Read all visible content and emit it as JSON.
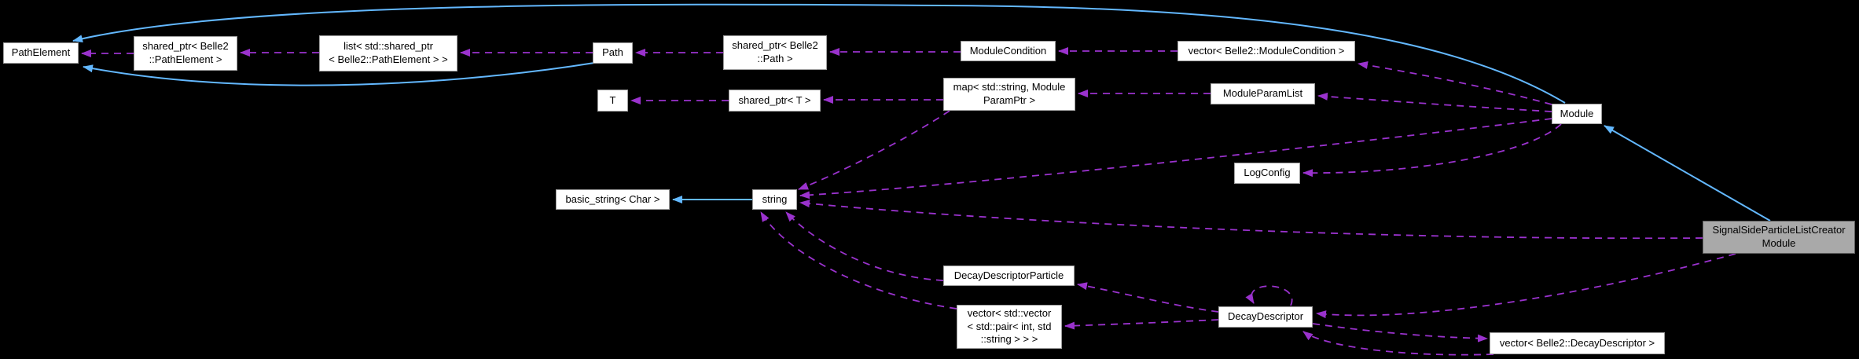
{
  "diagram": {
    "background_color": "#000000",
    "node_fill": "#ffffff",
    "node_border": "#9e9e9e",
    "highlight_node_fill": "#a9a9a9",
    "inheritance_arrow_color": "#63b8ff",
    "usage_arrow_color": "#9a32cd"
  },
  "nodes": [
    {
      "id": "path-element",
      "label": "PathElement"
    },
    {
      "id": "shared-ptr-pathelement",
      "label": "shared_ptr< Belle2\n::PathElement >"
    },
    {
      "id": "list-shared-ptr-pathelement",
      "label": "list< std::shared_ptr\n< Belle2::PathElement > >"
    },
    {
      "id": "path",
      "label": "Path"
    },
    {
      "id": "shared-ptr-path",
      "label": "shared_ptr< Belle2\n::Path >"
    },
    {
      "id": "module-condition",
      "label": "ModuleCondition"
    },
    {
      "id": "vector-module-condition",
      "label": "vector< Belle2::ModuleCondition >"
    },
    {
      "id": "t",
      "label": "T"
    },
    {
      "id": "shared-ptr-t",
      "label": "shared_ptr< T >"
    },
    {
      "id": "map-string-moduleparamptr",
      "label": "map< std::string, Module\nParamPtr >"
    },
    {
      "id": "module-param-list",
      "label": "ModuleParamList"
    },
    {
      "id": "module",
      "label": "Module"
    },
    {
      "id": "log-config",
      "label": "LogConfig"
    },
    {
      "id": "basic-string-char",
      "label": "basic_string< Char >"
    },
    {
      "id": "string",
      "label": "string"
    },
    {
      "id": "signal-side-particle-list-creator-module",
      "label": "SignalSideParticleListCreator\nModule"
    },
    {
      "id": "decay-descriptor-particle",
      "label": "DecayDescriptorParticle"
    },
    {
      "id": "vector-vector-pair-int-string",
      "label": "vector< std::vector\n< std::pair< int, std\n::string > > >"
    },
    {
      "id": "decay-descriptor",
      "label": "DecayDescriptor"
    },
    {
      "id": "vector-decay-descriptor",
      "label": "vector< Belle2::DecayDescriptor >"
    }
  ],
  "edges": [
    {
      "from": "module",
      "to": "path-element",
      "type": "inheritance"
    },
    {
      "from": "path",
      "to": "path-element",
      "type": "inheritance"
    },
    {
      "from": "signal-side-particle-list-creator-module",
      "to": "module",
      "type": "inheritance"
    },
    {
      "from": "string",
      "to": "basic-string-char",
      "type": "inheritance"
    },
    {
      "from": "shared-ptr-pathelement",
      "to": "path-element",
      "type": "usage"
    },
    {
      "from": "list-shared-ptr-pathelement",
      "to": "shared-ptr-pathelement",
      "type": "usage"
    },
    {
      "from": "path",
      "to": "list-shared-ptr-pathelement",
      "type": "usage"
    },
    {
      "from": "shared-ptr-path",
      "to": "path",
      "type": "usage"
    },
    {
      "from": "module-condition",
      "to": "shared-ptr-path",
      "type": "usage"
    },
    {
      "from": "vector-module-condition",
      "to": "module-condition",
      "type": "usage"
    },
    {
      "from": "module",
      "to": "vector-module-condition",
      "type": "usage"
    },
    {
      "from": "shared-ptr-t",
      "to": "t",
      "type": "usage"
    },
    {
      "from": "map-string-moduleparamptr",
      "to": "shared-ptr-t",
      "type": "usage"
    },
    {
      "from": "module-param-list",
      "to": "map-string-moduleparamptr",
      "type": "usage"
    },
    {
      "from": "module",
      "to": "module-param-list",
      "type": "usage"
    },
    {
      "from": "map-string-moduleparamptr",
      "to": "string",
      "type": "usage"
    },
    {
      "from": "module",
      "to": "string",
      "type": "usage"
    },
    {
      "from": "signal-side-particle-list-creator-module",
      "to": "string",
      "type": "usage"
    },
    {
      "from": "decay-descriptor-particle",
      "to": "string",
      "type": "usage"
    },
    {
      "from": "vector-vector-pair-int-string",
      "to": "string",
      "type": "usage"
    },
    {
      "from": "module",
      "to": "log-config",
      "type": "usage"
    },
    {
      "from": "signal-side-particle-list-creator-module",
      "to": "decay-descriptor",
      "type": "usage"
    },
    {
      "from": "decay-descriptor",
      "to": "decay-descriptor-particle",
      "type": "usage"
    },
    {
      "from": "decay-descriptor",
      "to": "vector-vector-pair-int-string",
      "type": "usage"
    },
    {
      "from": "decay-descriptor",
      "to": "vector-decay-descriptor",
      "type": "usage"
    },
    {
      "from": "vector-decay-descriptor",
      "to": "decay-descriptor",
      "type": "usage"
    },
    {
      "from": "decay-descriptor",
      "to": "decay-descriptor",
      "type": "usage"
    }
  ]
}
